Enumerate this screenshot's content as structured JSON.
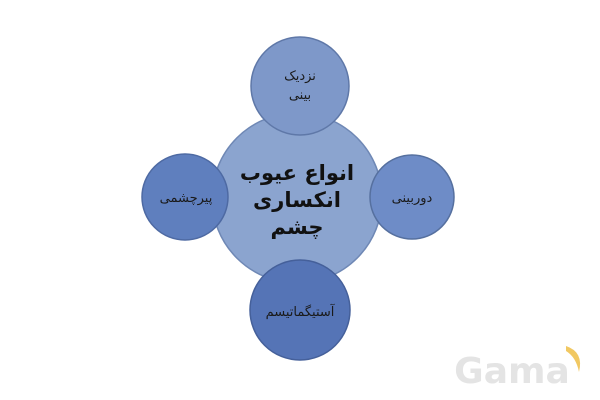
{
  "diagram": {
    "center": {
      "lines": [
        "انواع عیوب",
        "انکساری",
        "چشم"
      ],
      "fill": "#8BA4CF"
    },
    "satellites": {
      "top": {
        "lines": [
          "نزدیک",
          "بینی"
        ],
        "fill": "#7E98C9"
      },
      "left": {
        "lines": [
          "پیرچشمی"
        ],
        "fill": "#5F7FBE"
      },
      "right": {
        "lines": [
          "دوربینی"
        ],
        "fill": "#6E8CC7"
      },
      "bottom": {
        "lines": [
          "آستیگماتیسم"
        ],
        "fill": "#5574B6"
      }
    }
  },
  "watermark": {
    "text": "Gama",
    "color": "#E4E4E4",
    "accent": "#F1C862"
  }
}
